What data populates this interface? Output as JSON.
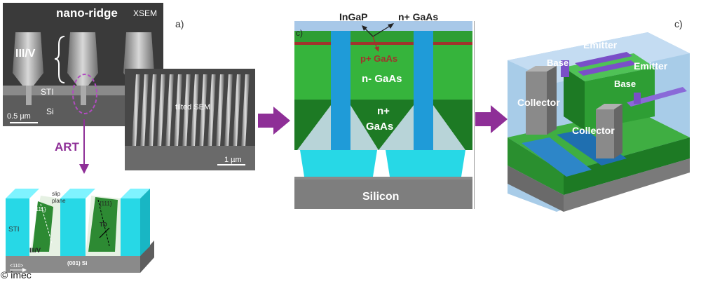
{
  "panel_a": {
    "title": "nano-ridge",
    "mode": "XSEM",
    "tag": "a)",
    "label_iiiv": "III/V",
    "label_sti": "STI",
    "label_si": "Si",
    "scale": "0.5 µm",
    "tilted_label": "tilted SEM",
    "tilted_scale": "1 µm",
    "art_label": "ART"
  },
  "art_schematic": {
    "sti": "STI",
    "slip": "slip",
    "plane": "plane",
    "facet1": "{111}",
    "facet2": "{111}",
    "td": "TD",
    "iiiv": "III/V",
    "substrate": "(001) Si",
    "direction": "<110>"
  },
  "panel_b": {
    "tag": "c)",
    "ingap": "InGaP",
    "np_gaas": "n+ GaAs",
    "pp_gaas": "p+ GaAs",
    "nm_gaas": "n- GaAs",
    "np2_line1": "n+",
    "np2_line2": "GaAs",
    "silicon": "Silicon"
  },
  "panel_c": {
    "tag": "c)",
    "emitter1": "Emitter",
    "base1": "Base",
    "emitter2": "Emitter",
    "base2": "Base",
    "collector1": "Collector",
    "collector2": "Collector"
  },
  "copyright": "© imec",
  "colors": {
    "art_purple": "#8e2f97",
    "arrow_purple": "#8e2f97",
    "green_dark": "#1d7a24",
    "green_light": "#36b43c",
    "blue": "#1f9bd8",
    "cyan": "#27d8e6",
    "silicon": "#7e7e7e",
    "pplus": "#a0342c"
  }
}
